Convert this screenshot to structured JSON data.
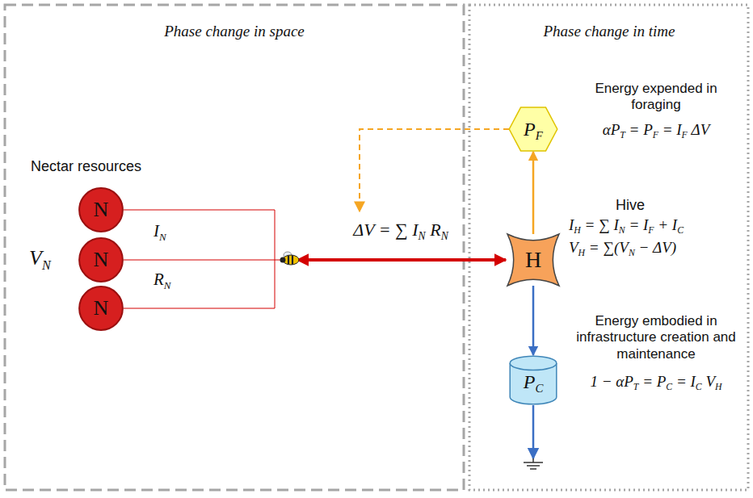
{
  "diagram": {
    "nodes": [
      {
        "text": [
          "N"
        ]
      },
      {
        "text": [
          "N"
        ]
      },
      {
        "text": [
          "N"
        ]
      },
      {
        "text": [
          "H"
        ]
      },
      {
        "text": [
          "PF"
        ]
      },
      {
        "text": [
          "PC"
        ]
      }
    ],
    "edges": [
      {
        "from": 3,
        "to": 4,
        "arrow": "to"
      },
      {
        "from": 3,
        "to": 5,
        "arrow": "to"
      }
    ],
    "labels": [
      "Phase change in space",
      "Phase change in time",
      "Nectar resources",
      "VN",
      "IN",
      "RN",
      "ΔV = ∑ IN RN",
      "Hive",
      "IH = ∑ IN = IF + IC",
      "VH = ∑(VN − ΔV)",
      "Energy expended in foraging",
      "αPT = PF = IF ΔV",
      "Energy embodied in infrastructure creation and maintenance",
      "1 − αPT = PC = IC VH"
    ]
  }
}
